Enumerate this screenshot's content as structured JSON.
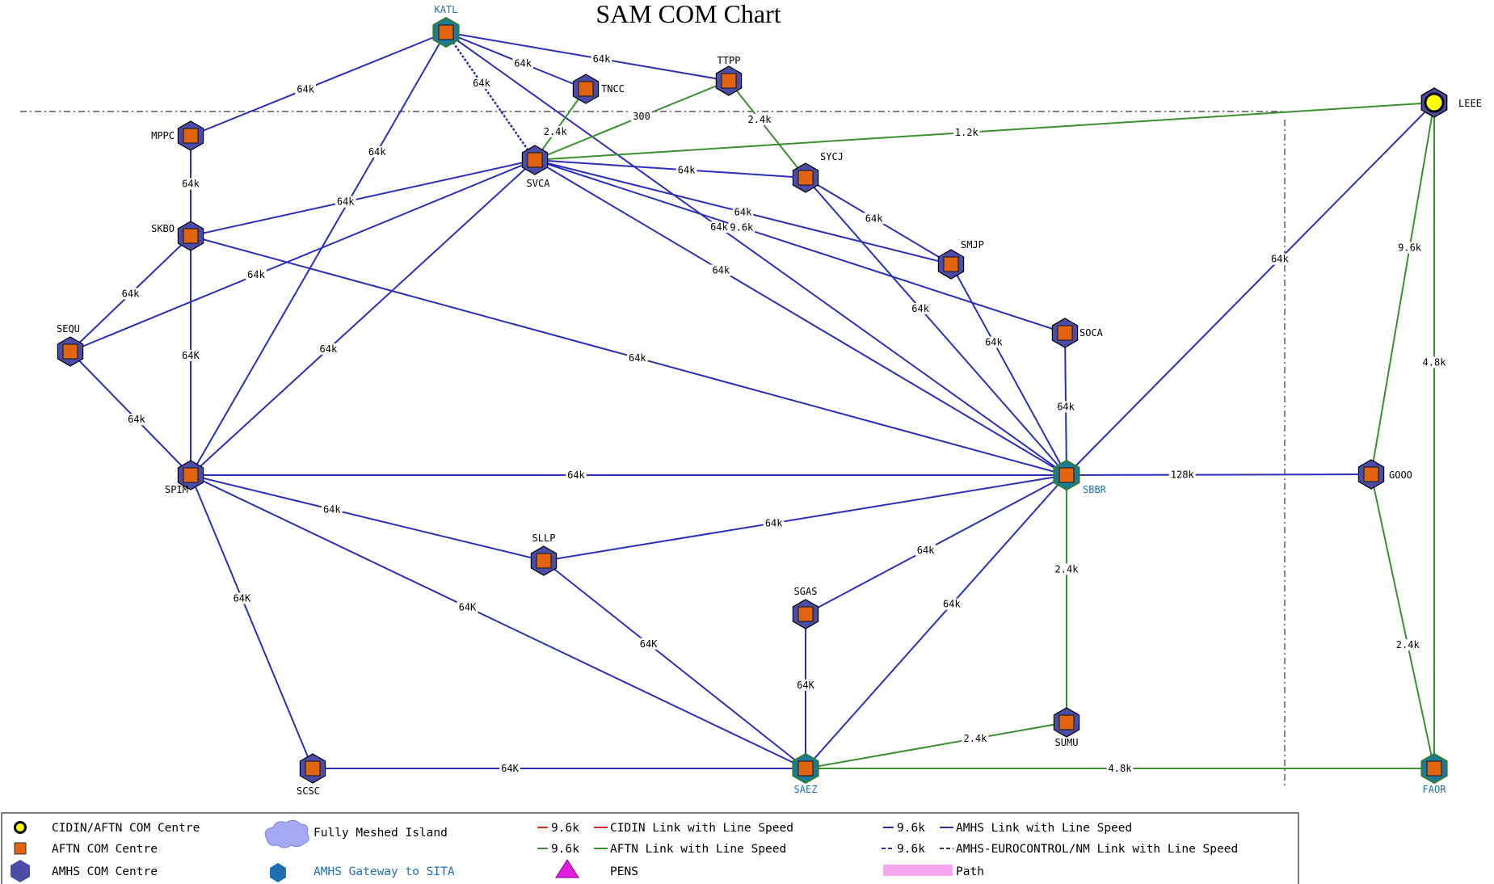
{
  "title": "SAM COM Chart",
  "colors": {
    "amhs_link": "#2b2fb8",
    "aftn_link": "#3a8f2e",
    "cidin_link": "#d9262a",
    "node_fill": "#e2640f",
    "hex_fill": "#4b4ba8",
    "hex_gateway": "#1f7a99",
    "cidin_center": "#ffff00",
    "path": "#f7a6f0",
    "pens": "#e01ee0"
  },
  "nodes": [
    {
      "id": "KATL",
      "label": "KATL",
      "kind": "gateway",
      "label_color": "blue"
    },
    {
      "id": "TNCC",
      "label": "TNCC",
      "kind": "aftn-hex"
    },
    {
      "id": "TTPP",
      "label": "TTPP",
      "kind": "aftn-hex"
    },
    {
      "id": "LEEE",
      "label": "LEEE",
      "kind": "cidin"
    },
    {
      "id": "MPPC",
      "label": "MPPC",
      "kind": "aftn-hex"
    },
    {
      "id": "SVCA",
      "label": "SVCA",
      "kind": "aftn-hex"
    },
    {
      "id": "SYCJ",
      "label": "SYCJ",
      "kind": "aftn-hex"
    },
    {
      "id": "SKBO",
      "label": "SKBO",
      "kind": "aftn-hex"
    },
    {
      "id": "SMJP",
      "label": "SMJP",
      "kind": "aftn-hex"
    },
    {
      "id": "SEQU",
      "label": "SEQU",
      "kind": "aftn-hex"
    },
    {
      "id": "SOCA",
      "label": "SOCA",
      "kind": "aftn-hex"
    },
    {
      "id": "SPIM",
      "label": "SPIM",
      "kind": "aftn-hex"
    },
    {
      "id": "SBBR",
      "label": "SBBR",
      "kind": "gateway",
      "label_color": "blue"
    },
    {
      "id": "GOOO",
      "label": "GOOO",
      "kind": "aftn-hex"
    },
    {
      "id": "SLLP",
      "label": "SLLP",
      "kind": "aftn-hex"
    },
    {
      "id": "SGAS",
      "label": "SGAS",
      "kind": "aftn-hex"
    },
    {
      "id": "SUMU",
      "label": "SUMU",
      "kind": "aftn-hex"
    },
    {
      "id": "SCSC",
      "label": "SCSC",
      "kind": "aftn-hex"
    },
    {
      "id": "SAEZ",
      "label": "SAEZ",
      "kind": "gateway",
      "label_color": "blue"
    },
    {
      "id": "FAOR",
      "label": "FAOR",
      "kind": "gateway",
      "label_color": "blue"
    }
  ],
  "edges": [
    {
      "from": "KATL",
      "to": "MPPC",
      "speed": "64k",
      "type": "amhs"
    },
    {
      "from": "KATL",
      "to": "TNCC",
      "speed": "64k",
      "type": "amhs"
    },
    {
      "from": "KATL",
      "to": "TTPP",
      "speed": "64k",
      "type": "amhs"
    },
    {
      "from": "KATL",
      "to": "SVCA",
      "speed": "64k",
      "type": "amhs-dashed"
    },
    {
      "from": "KATL",
      "to": "SPIM",
      "speed": "64k",
      "type": "amhs"
    },
    {
      "from": "KATL",
      "to": "SBBR",
      "speed": "64k",
      "type": "amhs"
    },
    {
      "from": "TNCC",
      "to": "SVCA",
      "speed": "2.4k",
      "type": "aftn"
    },
    {
      "from": "TTPP",
      "to": "SVCA",
      "speed": "300",
      "type": "aftn"
    },
    {
      "from": "TTPP",
      "to": "SYCJ",
      "speed": "2.4k",
      "type": "aftn"
    },
    {
      "from": "SVCA",
      "to": "LEEE",
      "speed": "1.2k",
      "type": "aftn"
    },
    {
      "from": "SVCA",
      "to": "SYCJ",
      "speed": "64k",
      "type": "amhs"
    },
    {
      "from": "SVCA",
      "to": "SMJP",
      "speed": "64k",
      "type": "amhs"
    },
    {
      "from": "SVCA",
      "to": "SOCA",
      "speed": "9.6k",
      "type": "amhs"
    },
    {
      "from": "SVCA",
      "to": "SBBR",
      "speed": "64k",
      "type": "amhs"
    },
    {
      "from": "SVCA",
      "to": "SKBO",
      "speed": "64k",
      "type": "amhs"
    },
    {
      "from": "SVCA",
      "to": "SEQU",
      "speed": "64k",
      "type": "amhs"
    },
    {
      "from": "SVCA",
      "to": "SPIM",
      "speed": "64k",
      "type": "amhs"
    },
    {
      "from": "MPPC",
      "to": "SKBO",
      "speed": "64k",
      "type": "amhs"
    },
    {
      "from": "SKBO",
      "to": "SEQU",
      "speed": "64k",
      "type": "amhs"
    },
    {
      "from": "SKBO",
      "to": "SPIM",
      "speed": "64K",
      "type": "amhs"
    },
    {
      "from": "SKBO",
      "to": "SBBR",
      "speed": "64k",
      "type": "amhs"
    },
    {
      "from": "SEQU",
      "to": "SPIM",
      "speed": "64k",
      "type": "amhs"
    },
    {
      "from": "SYCJ",
      "to": "SMJP",
      "speed": "64k",
      "type": "amhs"
    },
    {
      "from": "SYCJ",
      "to": "SBBR",
      "speed": "64k",
      "type": "amhs"
    },
    {
      "from": "SMJP",
      "to": "SBBR",
      "speed": "64k",
      "type": "amhs"
    },
    {
      "from": "SOCA",
      "to": "SBBR",
      "speed": "64k",
      "type": "amhs"
    },
    {
      "from": "LEEE",
      "to": "SBBR",
      "speed": "64k",
      "type": "amhs"
    },
    {
      "from": "LEEE",
      "to": "GOOO",
      "speed": "9.6k",
      "type": "aftn"
    },
    {
      "from": "LEEE",
      "to": "FAOR",
      "speed": "4.8k",
      "type": "aftn"
    },
    {
      "from": "SBBR",
      "to": "GOOO",
      "speed": "128k",
      "type": "amhs"
    },
    {
      "from": "GOOO",
      "to": "FAOR",
      "speed": "2.4k",
      "type": "aftn"
    },
    {
      "from": "SPIM",
      "to": "SBBR",
      "speed": "64k",
      "type": "amhs"
    },
    {
      "from": "SPIM",
      "to": "SLLP",
      "speed": "64k",
      "type": "amhs"
    },
    {
      "from": "SPIM",
      "to": "SAEZ",
      "speed": "64K",
      "type": "amhs"
    },
    {
      "from": "SPIM",
      "to": "SCSC",
      "speed": "64K",
      "type": "amhs"
    },
    {
      "from": "SLLP",
      "to": "SBBR",
      "speed": "64k",
      "type": "amhs"
    },
    {
      "from": "SLLP",
      "to": "SAEZ",
      "speed": "64K",
      "type": "amhs"
    },
    {
      "from": "SGAS",
      "to": "SBBR",
      "speed": "64k",
      "type": "amhs"
    },
    {
      "from": "SGAS",
      "to": "SAEZ",
      "speed": "64K",
      "type": "amhs"
    },
    {
      "from": "SBBR",
      "to": "SAEZ",
      "speed": "64k",
      "type": "amhs"
    },
    {
      "from": "SBBR",
      "to": "SUMU",
      "speed": "2.4k",
      "type": "aftn"
    },
    {
      "from": "SUMU",
      "to": "SAEZ",
      "speed": "2.4k",
      "type": "aftn"
    },
    {
      "from": "SCSC",
      "to": "SAEZ",
      "speed": "64K",
      "type": "amhs"
    },
    {
      "from": "SAEZ",
      "to": "FAOR",
      "speed": "4.8k",
      "type": "aftn"
    }
  ],
  "legend": {
    "cidin_centre": "CIDIN/AFTN COM Centre",
    "aftn_centre": "AFTN COM Centre",
    "amhs_centre": "AMHS COM Centre",
    "meshed_island": "Fully Meshed Island",
    "amhs_gateway": "AMHS Gateway to SITA",
    "pens": "PENS",
    "sample_speed": "9.6k",
    "cidin_link": "CIDIN Link with Line Speed",
    "aftn_link": "AFTN Link with Line Speed",
    "amhs_link": "AMHS Link with Line Speed",
    "amhs_nm_link": "AMHS-EUROCONTROL/NM Link with Line Speed",
    "path": "Path"
  }
}
